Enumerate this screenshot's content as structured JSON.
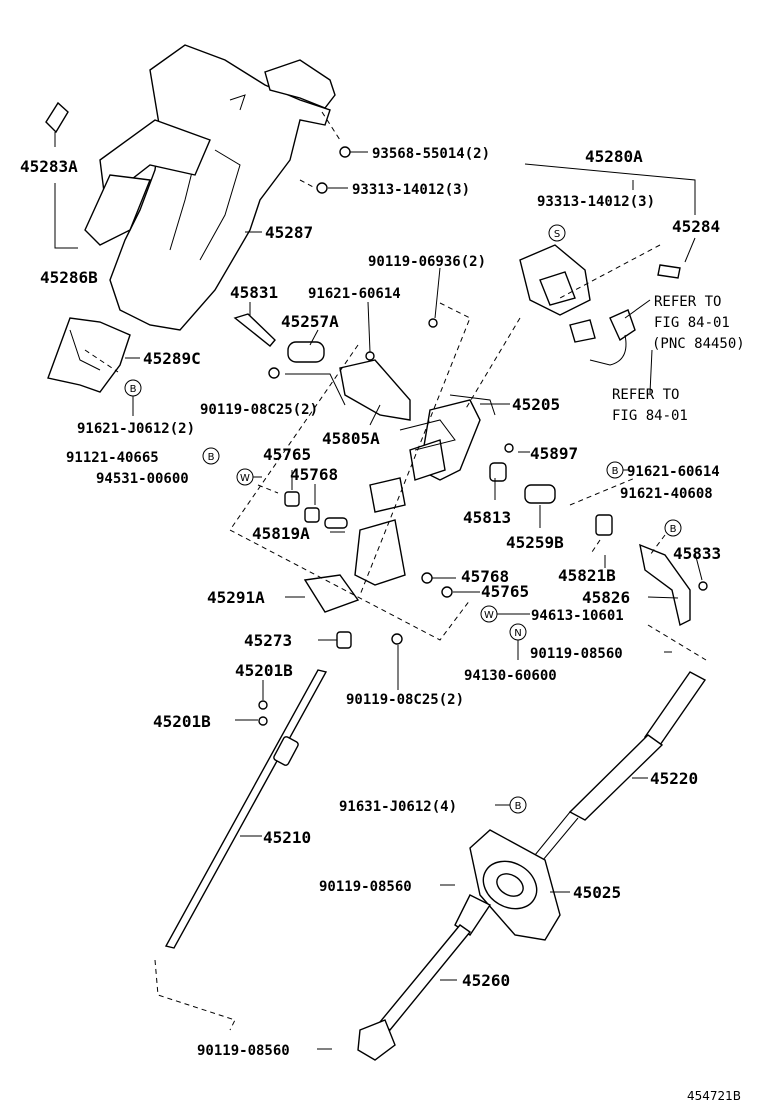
{
  "diagram_id": "454721B",
  "labels": {
    "p45283A": "45283A",
    "p45286B": "45286B",
    "p45287": "45287",
    "p93568": "93568-55014(2)",
    "p93313a": "93313-14012(3)",
    "p45280A": "45280A",
    "p93313b": "93313-14012(3)",
    "p45284": "45284",
    "p90119_06936": "90119-06936(2)",
    "p45831": "45831",
    "p91621_60614a": "91621-60614",
    "p45257A": "45257A",
    "p45289C": "45289C",
    "p91621_J0612": "91621-J0612(2)",
    "p90119_08C25a": "90119-08C25(2)",
    "p45805A": "45805A",
    "p45205": "45205",
    "p91121_40665": "91121-40665",
    "p45765a": "45765",
    "p45768a": "45768",
    "p94531": "94531-00600",
    "p45897": "45897",
    "p91621_60614b": "91621-60614",
    "p91621_40608": "91621-40608",
    "p45813": "45813",
    "p45259B": "45259B",
    "p45819A": "45819A",
    "p45833": "45833",
    "p45821B": "45821B",
    "p45768b": "45768",
    "p45765b": "45765",
    "p45826": "45826",
    "p45291A": "45291A",
    "p94613": "94613-10601",
    "p45273": "45273",
    "p94130": "94130-60600",
    "p90119_08560a": "90119-08560",
    "p45201B_top": "45201B",
    "p90119_08C25b": "90119-08C25(2)",
    "p45201B_left": "45201B",
    "p45220": "45220",
    "p91631": "91631-J0612(4)",
    "p45210": "45210",
    "p90119_08560b": "90119-08560",
    "p45025": "45025",
    "p45260": "45260",
    "p90119_08560c": "90119-08560"
  },
  "refs": {
    "refer1_line1": "REFER TO",
    "refer1_line2": "FIG 84-01",
    "refer1_line3": "(PNC 84450)",
    "refer2_line1": "REFER TO",
    "refer2_line2": "FIG 84-01"
  },
  "symbols": {
    "S": "S",
    "B": "B",
    "W": "W",
    "N": "N"
  }
}
